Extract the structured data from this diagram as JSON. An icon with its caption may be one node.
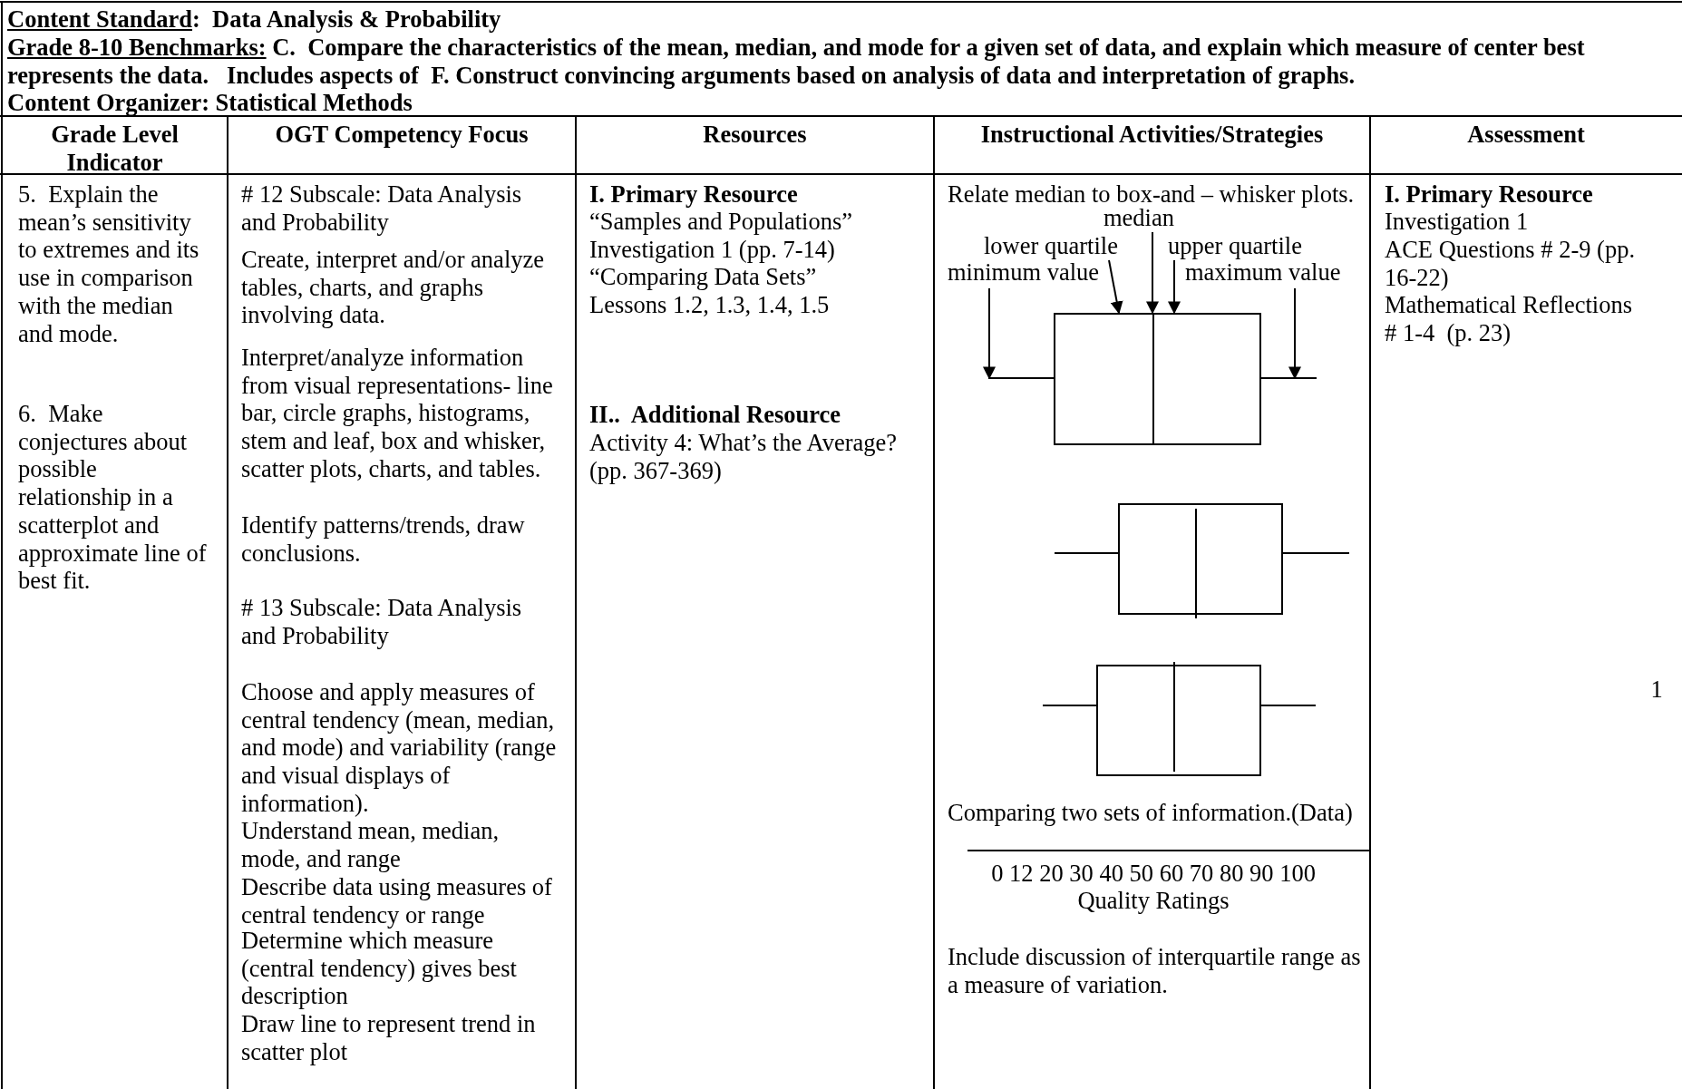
{
  "diagram": {
    "nodes": [
      {
        "text": [
          "median"
        ]
      },
      {
        "text": [
          "lower quartile"
        ]
      },
      {
        "text": [
          "upper quartile"
        ]
      },
      {
        "text": [
          "minimum value"
        ]
      },
      {
        "text": [
          "maximum value"
        ]
      },
      {
        "text": [],
        "shape": "picture"
      }
    ],
    "edges": [
      {
        "from": 3,
        "to": 5,
        "arrow": "to"
      },
      {
        "from": 1,
        "to": 5,
        "arrow": "to"
      },
      {
        "from": 0,
        "to": 5,
        "arrow": "to"
      },
      {
        "from": 2,
        "to": 5,
        "arrow": "to"
      },
      {
        "from": 4,
        "to": 5,
        "arrow": "to"
      }
    ],
    "labels": [
      "Content Standard:  Data Analysis & Probability",
      "Grade 8-10 Benchmarks: C.  Compare the characteristics of the mean, median, and mode for a given set of data, and explain which measure of center best represents the data.   Includes aspects of  F. Construct convincing arguments based on analysis of data and interpretation of graphs.",
      "Content Organizer: Statistical Methods",
      "Grade Level Indicator",
      "OGT Competency Focus",
      "Resources",
      "Instructional Activities/Strategies",
      "Assessment",
      "5.  Explain the mean’s sensitivity to extremes and its use in comparison with the median and mode.",
      "6.  Make conjectures about possible relationship in a scatterplot and approximate line of best fit.",
      "# 12 Subscale: Data Analysis and Probability",
      "Create, interpret and/or analyze tables, charts, and graphs involving data.",
      "Interpret/analyze information from visual representations- line bar, circle graphs, histograms, stem and leaf, box and whisker, scatter plots, charts, and tables.",
      "Identify patterns/trends, draw conclusions.",
      "# 13 Subscale: Data Analysis and Probability",
      "Choose and apply measures of central tendency (mean, median, and mode) and variability (range and visual displays of information).",
      "Understand mean, median, mode, and range",
      "Describe data using measures of central tendency or range",
      "Determine which measure (central tendency) gives best description",
      "Draw line to represent trend in scatter plot",
      "I. Primary Resource",
      "“Samples and Populations”",
      "Investigation 1 (pp. 7-14)",
      "“Comparing Data Sets”",
      "Lessons 1.2, 1.3, 1.4, 1.5",
      "II..  Additional Resource",
      "Activity 4: What’s the Average? (pp. 367-369)",
      "Relate median to box-and – whisker plots.",
      "Comparing two sets of information.(Data)",
      "0 12 20 30 40 50 60 70 80 90 100",
      "Quality Ratings",
      "Include discussion of interquartile range as a measure of variation.",
      "I. Primary Resource",
      "Investigation 1",
      "ACE Questions # 2-9 (pp. 16-22)",
      "Mathematical Reflections  # 1-4  (p. 23)",
      "1"
    ]
  }
}
